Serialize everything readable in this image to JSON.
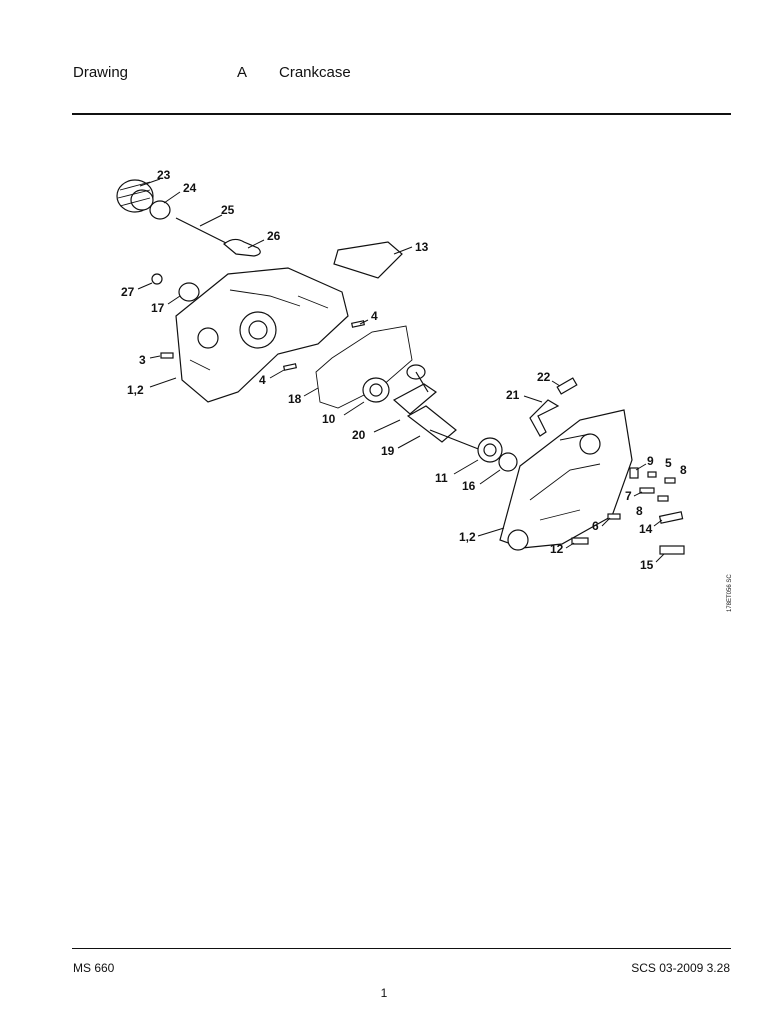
{
  "header": {
    "label": "Drawing",
    "code": "A",
    "title": "Crankcase"
  },
  "drawing": {
    "reference": "178ET056 SC",
    "callouts": [
      "23",
      "24",
      "25",
      "26",
      "13",
      "27",
      "17",
      "4",
      "3",
      "1,2",
      "4",
      "18",
      "10",
      "20",
      "19",
      "22",
      "21",
      "11",
      "16",
      "9",
      "5",
      "8",
      "7",
      "8",
      "14",
      "6",
      "1,2",
      "12",
      "15"
    ]
  },
  "footer": {
    "model": "MS 660",
    "doc_code": "SCS 03-2009 3.28",
    "page": "1"
  }
}
